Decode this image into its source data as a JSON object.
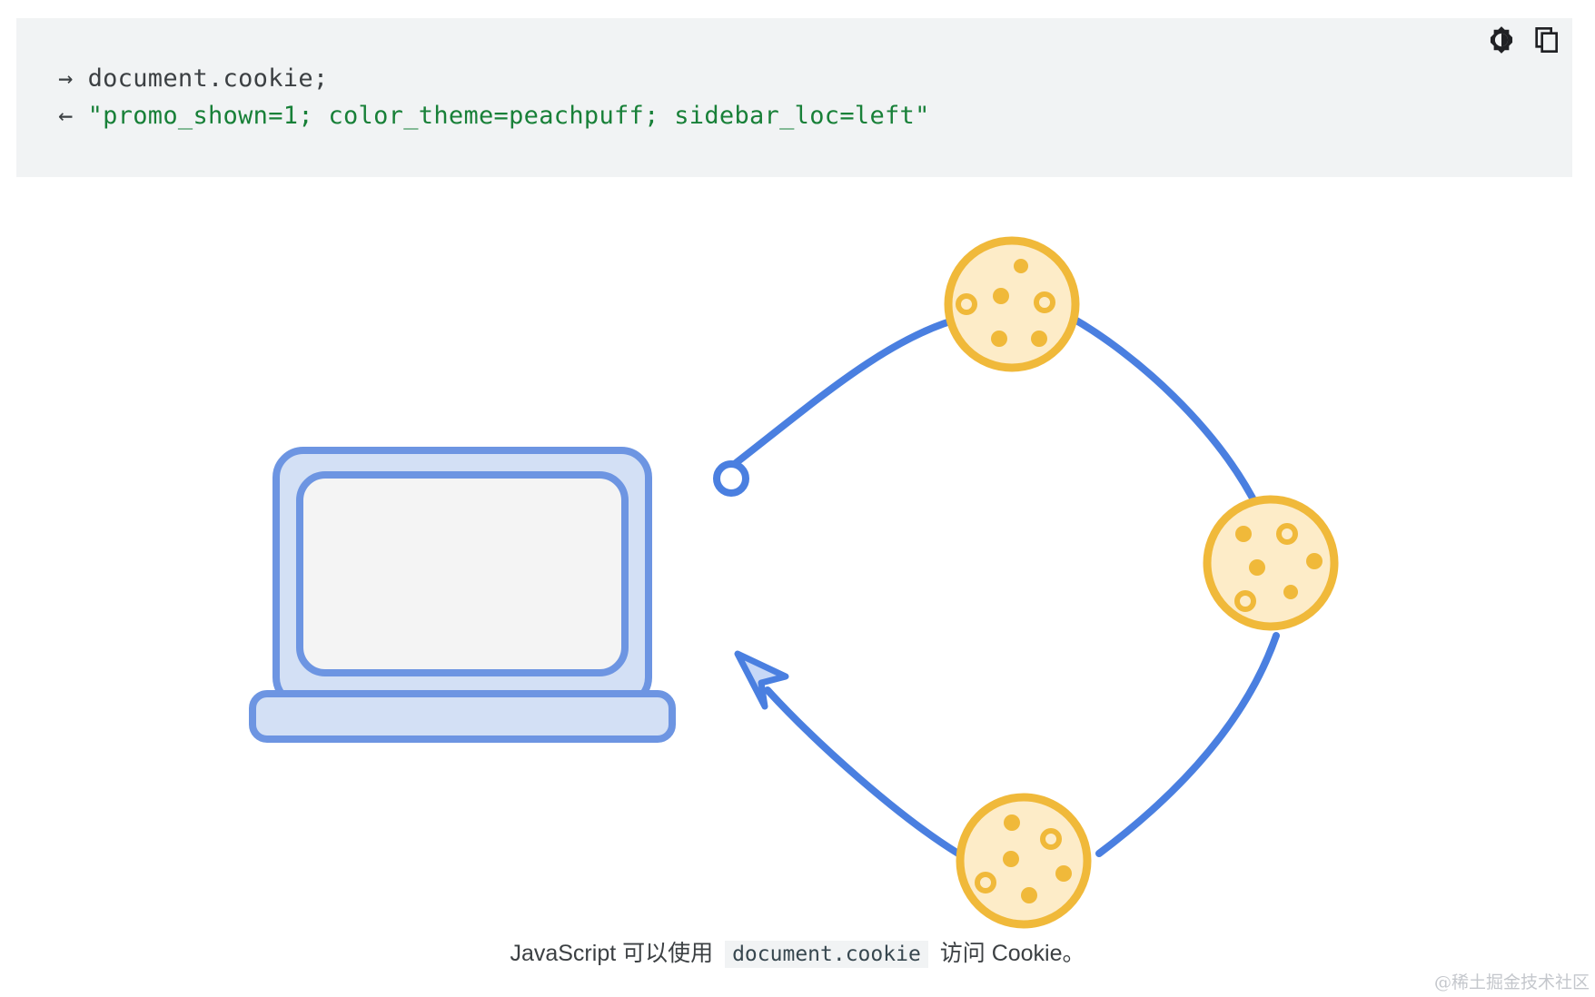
{
  "code": {
    "line1_arrow": "→",
    "line1_text": "document.cookie;",
    "line2_arrow": "←",
    "line2_text": "\"promo_shown=1; color_theme=peachpuff; sidebar_loc=left\"",
    "string_color": "#188038",
    "background": "#f1f3f4"
  },
  "toolbar": {
    "theme_toggle_icon": "brightness-icon",
    "copy_icon": "copy-icon"
  },
  "figure": {
    "laptop_icon": "laptop-icon",
    "cookie_icon": "cookie-icon",
    "cookie_count": 3,
    "line_color": "#4a7fe0",
    "cookie_color": "#f0b93a"
  },
  "caption": {
    "prefix": "JavaScript 可以使用",
    "code": "document.cookie",
    "suffix": "访问 Cookie。"
  },
  "watermark": {
    "text": "@稀土掘金技术社区"
  }
}
